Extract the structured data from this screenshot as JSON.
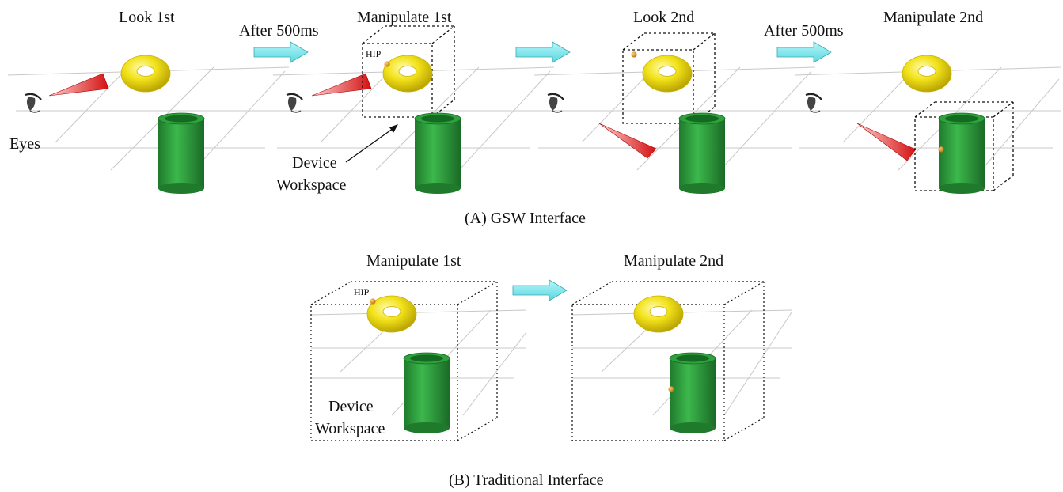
{
  "gsw": {
    "caption": "(A)  GSW Interface",
    "panels": [
      {
        "title": "Look 1st"
      },
      {
        "title": "Manipulate 1st",
        "hip_label": "HIP"
      },
      {
        "title": "Look 2nd"
      },
      {
        "title": "Manipulate 2nd"
      }
    ],
    "arrows": [
      {
        "label": "After 500ms"
      },
      {
        "label": ""
      },
      {
        "label": "After 500ms"
      }
    ],
    "eyes_label": "Eyes",
    "workspace_label_1": "Device",
    "workspace_label_2": "Workspace"
  },
  "traditional": {
    "caption": "(B)  Traditional Interface",
    "panels": [
      {
        "title": "Manipulate 1st",
        "hip_label": "HIP"
      },
      {
        "title": "Manipulate 2nd"
      }
    ],
    "workspace_label_1": "Device",
    "workspace_label_2": "Workspace"
  },
  "colors": {
    "torus": "#f2e21a",
    "cylinder": "#2e9c3c",
    "gaze_cone": "#e02020",
    "arrow": "#7ee8ee",
    "hip": "#e08a20",
    "grid": "#c8c8c8"
  }
}
